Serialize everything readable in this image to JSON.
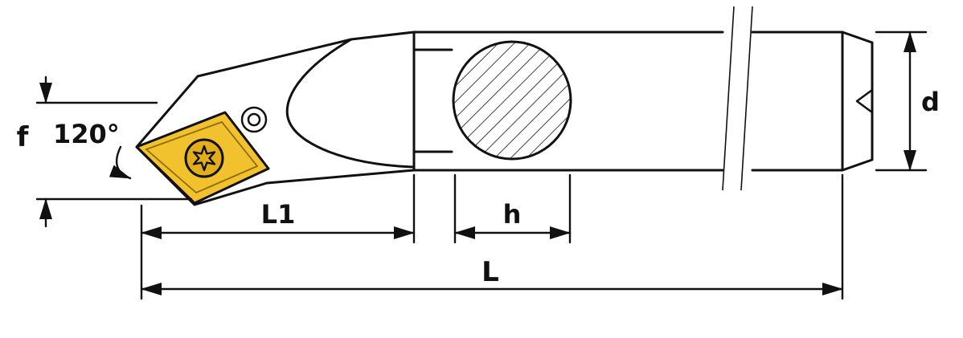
{
  "drawing": {
    "labels": {
      "f": "f",
      "angle": "120°",
      "l1": "L1",
      "h": "h",
      "l": "L",
      "d": "d"
    },
    "colors": {
      "line": "#111111",
      "insert_fill": "#f2c12e",
      "insert_edge_shadow": "#8a6d00",
      "screw_fill": "#e2ae1c",
      "background": "#ffffff"
    }
  }
}
